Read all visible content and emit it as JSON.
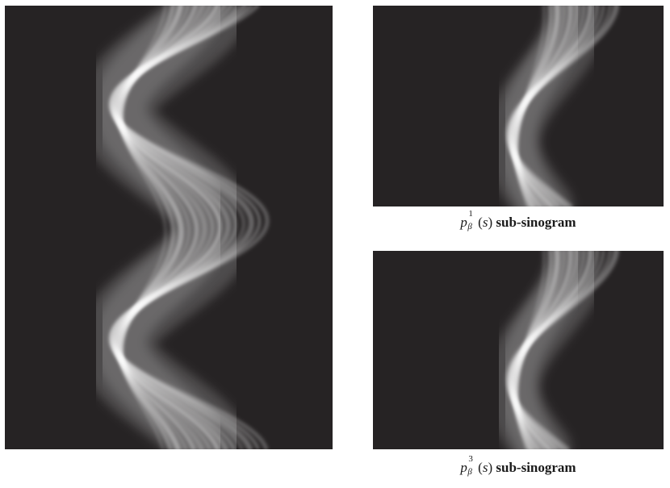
{
  "panels": {
    "full": {
      "kind": "full-sinogram"
    },
    "sub1": {
      "kind": "sub-sinogram"
    },
    "sub3": {
      "kind": "sub-sinogram"
    }
  },
  "captions": {
    "sub1": {
      "symbol": "p",
      "superscript": "1",
      "subscript": "β",
      "open": "(",
      "arg": "s",
      "close": ")",
      "label": "sub-sinogram"
    },
    "sub3": {
      "symbol": "p",
      "superscript": "3",
      "subscript": "β",
      "open": "(",
      "arg": "s",
      "close": ")",
      "label": "sub-sinogram"
    }
  },
  "colors": {
    "background": "#262324",
    "band": "#ffffff"
  }
}
